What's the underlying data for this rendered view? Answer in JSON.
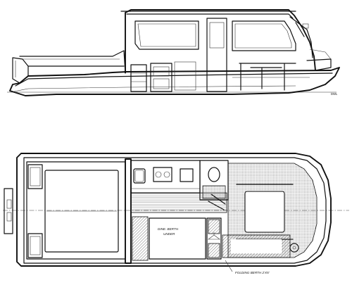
{
  "labels": {
    "waterline": "DWL",
    "dinette_berth": "DINE. BERTH",
    "dinette_berth_sub": "UNDER",
    "folding_berth": "FOLDING BERTH 2’X5’"
  },
  "colors": {
    "ink": "#111111",
    "paper": "#ffffff"
  }
}
